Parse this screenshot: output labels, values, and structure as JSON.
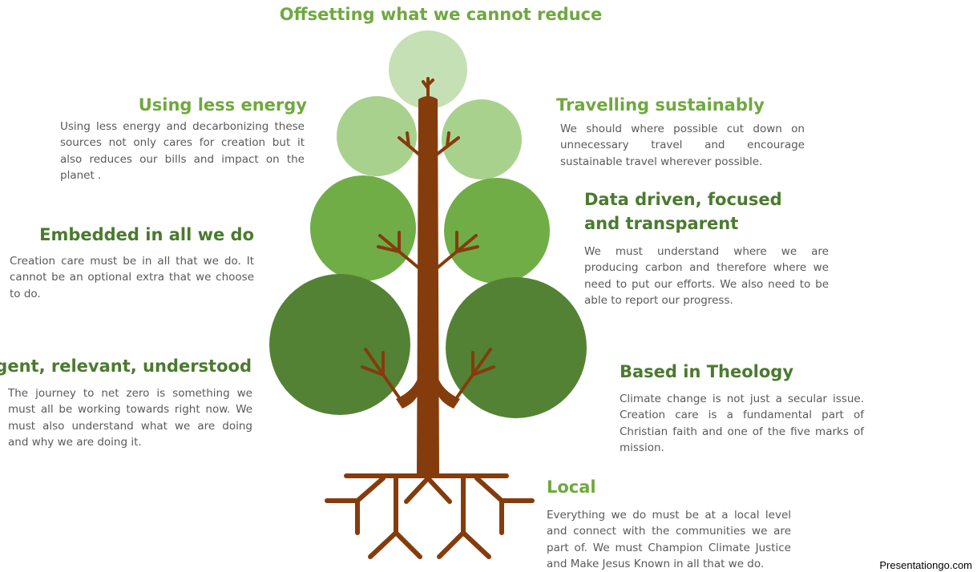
{
  "colors": {
    "title_light": "#6fa83f",
    "title_dark": "#4a7a2f",
    "body_text": "#595959",
    "trunk": "#843c0c",
    "leaf_1": "#c5e0b4",
    "leaf_2": "#a9d18e",
    "leaf_3": "#70ad47",
    "leaf_4": "#548235"
  },
  "top": {
    "title": "Offsetting what we cannot reduce"
  },
  "left": [
    {
      "title": "Using less energy",
      "body": "Using less energy and decarbonizing these sources not only cares for creation but it also reduces our bills and impact on the planet ."
    },
    {
      "title": "Embedded in all we do",
      "body": "Creation care must be in all that we do. It cannot be an optional extra that we choose to do."
    },
    {
      "title": "Urgent, relevant, understood",
      "body": "The journey to net zero is something we must all be working towards right now. We must also understand what we are doing and why we are doing it."
    }
  ],
  "right": [
    {
      "title": "Travelling sustainably",
      "body": "We should where possible cut down on unnecessary travel and encourage sustainable travel wherever possible."
    },
    {
      "title": "Data driven, focused and transparent",
      "body": "We must understand where we are producing carbon and therefore where we need to put our efforts.  We also need to be able to report our progress."
    },
    {
      "title": "Based in Theology",
      "body": "Climate change is not just a secular issue. Creation care is a fundamental part of Christian faith and one of the five marks of mission."
    },
    {
      "title": "Local",
      "body": "Everything we do must be at a local level and connect with the communities we are part of. We must Champion Climate Justice and Make Jesus Known in all that we do."
    }
  ],
  "footer": {
    "credit": "Presentationgo.com"
  }
}
